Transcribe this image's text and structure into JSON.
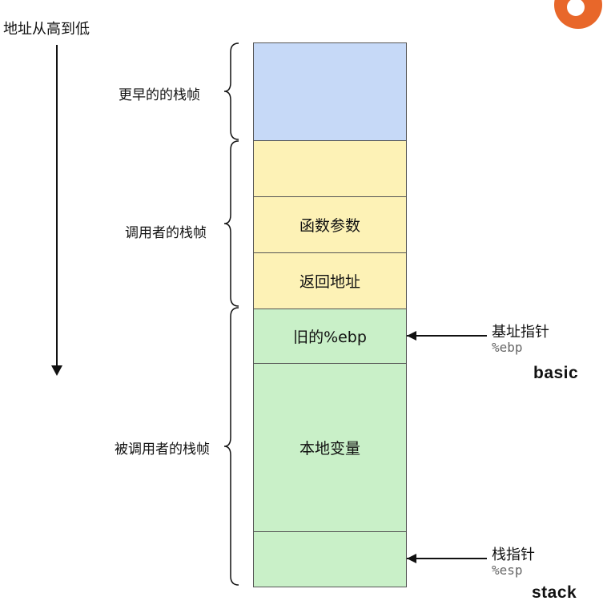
{
  "diagram": {
    "direction_caption": "地址从高到低",
    "frames": [
      {
        "label": "更早的的栈帧"
      },
      {
        "label": "调用者的栈帧"
      },
      {
        "label": "被调用者的栈帧"
      }
    ],
    "cells": [
      {
        "text": "",
        "color": "#c6d9f7"
      },
      {
        "text": "",
        "color": "#fdf2b6"
      },
      {
        "text": "函数参数",
        "color": "#fdf2b6"
      },
      {
        "text": "返回地址",
        "color": "#fdf2b6"
      },
      {
        "text": "旧的%ebp",
        "color": "#c9f0c8"
      },
      {
        "text": "本地变量",
        "color": "#c9f0c8"
      },
      {
        "text": "",
        "color": "#c9f0c8"
      }
    ],
    "pointers": [
      {
        "title": "基址指针",
        "register": "%ebp",
        "note": "basic"
      },
      {
        "title": "栈指针",
        "register": "%esp",
        "note": "stack"
      }
    ]
  }
}
